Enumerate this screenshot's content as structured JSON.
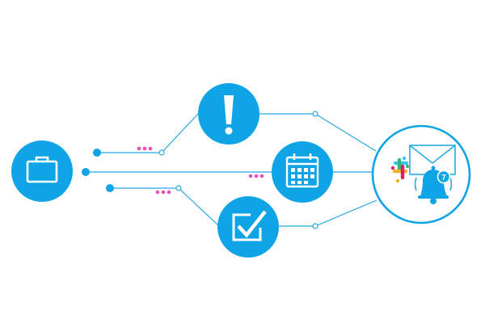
{
  "diagram": {
    "colors": {
      "accent": "#0fa4e6",
      "line": "#29a9e0",
      "icon": "#ffffff",
      "dots": "#e94fb8",
      "hub_border": "#0fa4e6",
      "slack_blue": "#36c5f0",
      "slack_green": "#2eb67d",
      "slack_yellow": "#ecb22e",
      "slack_red": "#e01e5a"
    },
    "nodes": [
      {
        "name": "briefcase-node",
        "icon": "briefcase-icon"
      },
      {
        "name": "alert-node",
        "icon": "exclamation-icon"
      },
      {
        "name": "calendar-node",
        "icon": "calendar-icon"
      },
      {
        "name": "task-node",
        "icon": "checkbox-icon"
      },
      {
        "name": "notifications-hub",
        "icons": [
          "slack-logo",
          "envelope-icon",
          "bell-icon"
        ]
      }
    ],
    "badge_count": "7"
  }
}
